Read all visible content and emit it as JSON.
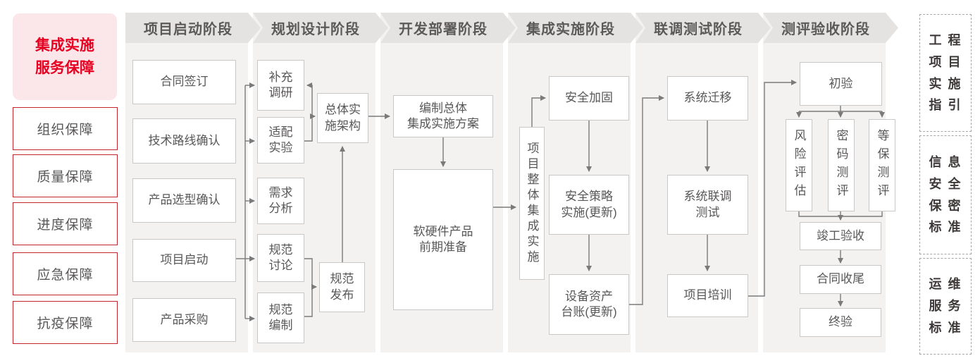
{
  "sidebar": {
    "title": "集成实施\n服务保障",
    "items": [
      {
        "label": "组织保障"
      },
      {
        "label": "质量保障"
      },
      {
        "label": "进度保障"
      },
      {
        "label": "应急保障"
      },
      {
        "label": "抗疫保障"
      }
    ]
  },
  "phases": [
    {
      "header": "项目启动阶段"
    },
    {
      "header": "规划设计阶段"
    },
    {
      "header": "开发部署阶段"
    },
    {
      "header": "集成实施阶段"
    },
    {
      "header": "联调测试阶段"
    },
    {
      "header": "测评验收阶段"
    }
  ],
  "steps": {
    "contract_sign": "合同签订",
    "tech_route_confirm": "技术路线确认",
    "product_selection_confirm": "产品选型确认",
    "project_kickoff": "项目启动",
    "product_procurement": "产品采购",
    "supplementary_research": "补充\n调研",
    "adaptation_experiment": "适配\n实验",
    "requirement_analysis": "需求\n分析",
    "spec_discussion": "规范\n讨论",
    "spec_compilation": "规范\n编制",
    "overall_impl_architecture": "总体实\n施架构",
    "spec_release": "规范\n发布",
    "compile_overall_plan": "编制总体\n集成实施方案",
    "hw_sw_preparation": "软硬件产品\n前期准备",
    "overall_integration_impl": "项目整体集成实施",
    "security_hardening": "安全加固",
    "security_policy_impl": "安全策略\n实施(更新)",
    "asset_ledger": "设备资产\n台账(更新)",
    "system_migration": "系统迁移",
    "joint_debug_test": "系统联调\n测试",
    "project_training": "项目培训",
    "initial_acceptance": "初验",
    "risk_assessment": "风险评估",
    "crypto_evaluation": "密码测评",
    "classified_protection_evaluation": "等保测评",
    "completion_acceptance": "竣工验收",
    "contract_closure": "合同收尾",
    "final_acceptance": "终验"
  },
  "references": [
    {
      "lines": "工 程\n项 目\n实 施\n指 引"
    },
    {
      "lines": "信 息\n安 全\n保 密\n标 准"
    },
    {
      "lines": "运 维\n服 务\n标 准"
    }
  ],
  "colors": {
    "accent_red": "#e60021",
    "sidebar_border_red": "#c4262e",
    "sidebar_pink_bg": "#fbe6e9",
    "band_gray": "#f3f2f1",
    "header_gray": "#e5e3e1",
    "line_gray": "#7a7a7a"
  }
}
